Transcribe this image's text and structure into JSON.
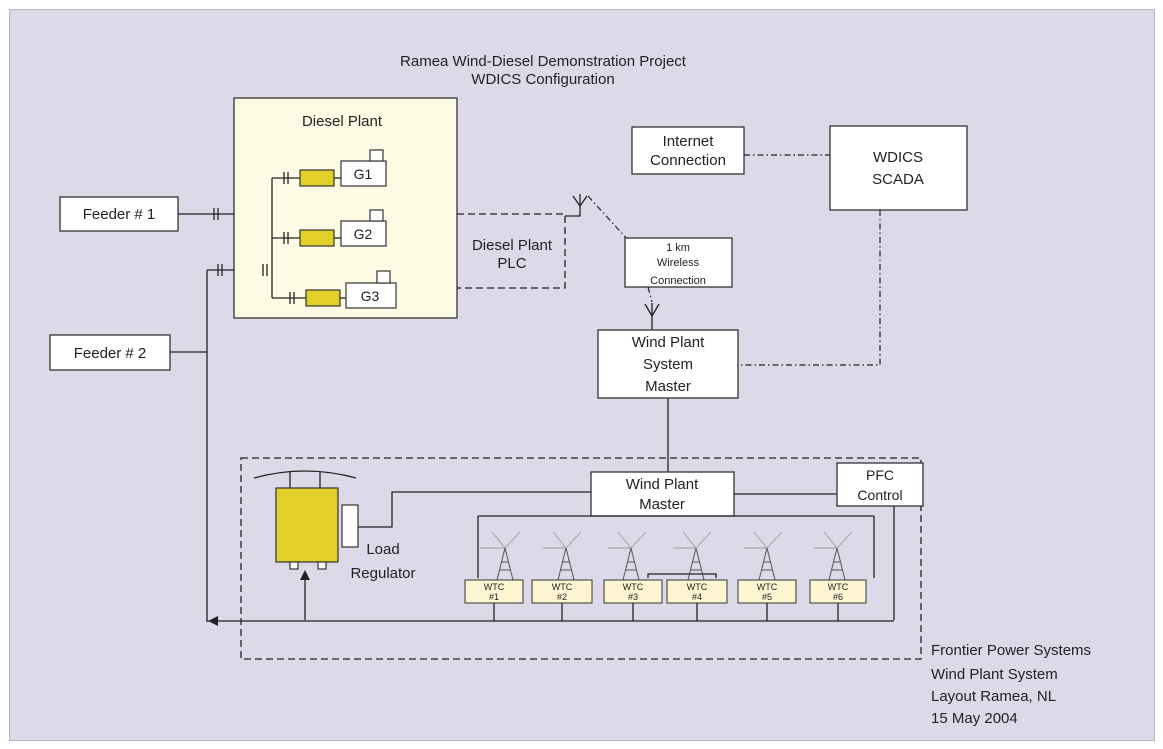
{
  "title": [
    "Ramea Wind-Diesel Demonstration Project",
    "WDICS Configuration"
  ],
  "diesel_plant": {
    "label": "Diesel Plant",
    "generators": [
      "G1",
      "G2",
      "G3"
    ]
  },
  "plc": [
    "Diesel Plant",
    "PLC"
  ],
  "feeders": [
    "Feeder # 1",
    "Feeder # 2"
  ],
  "internet": [
    "Internet",
    "Connection"
  ],
  "scada": [
    "WDICS",
    "SCADA"
  ],
  "wireless": [
    "1 km",
    "Wireless",
    "Connection"
  ],
  "system_master": [
    "Wind Plant",
    "System",
    "Master"
  ],
  "wind_plant_master": [
    "Wind Plant",
    "Master"
  ],
  "pfc": [
    "PFC",
    "Control"
  ],
  "load_regulator": [
    "Load",
    "Regulator"
  ],
  "wtcs": [
    {
      "line1": "WTC",
      "line2": "#1"
    },
    {
      "line1": "WTC",
      "line2": "#2"
    },
    {
      "line1": "WTC",
      "line2": "#3"
    },
    {
      "line1": "WTC",
      "line2": "#4"
    },
    {
      "line1": "WTC",
      "line2": "#5"
    },
    {
      "line1": "WTC",
      "line2": "#6"
    }
  ],
  "credit": [
    "Frontier Power Systems",
    "Wind Plant System",
    "Layout Ramea, NL",
    "15 May 2004"
  ],
  "colors": {
    "background": "#dcd9e8",
    "diesel_plant_fill": "#fdfbe4",
    "generator_yellow": "#e2cf2a",
    "wtc_fill": "#fdf4d2"
  }
}
